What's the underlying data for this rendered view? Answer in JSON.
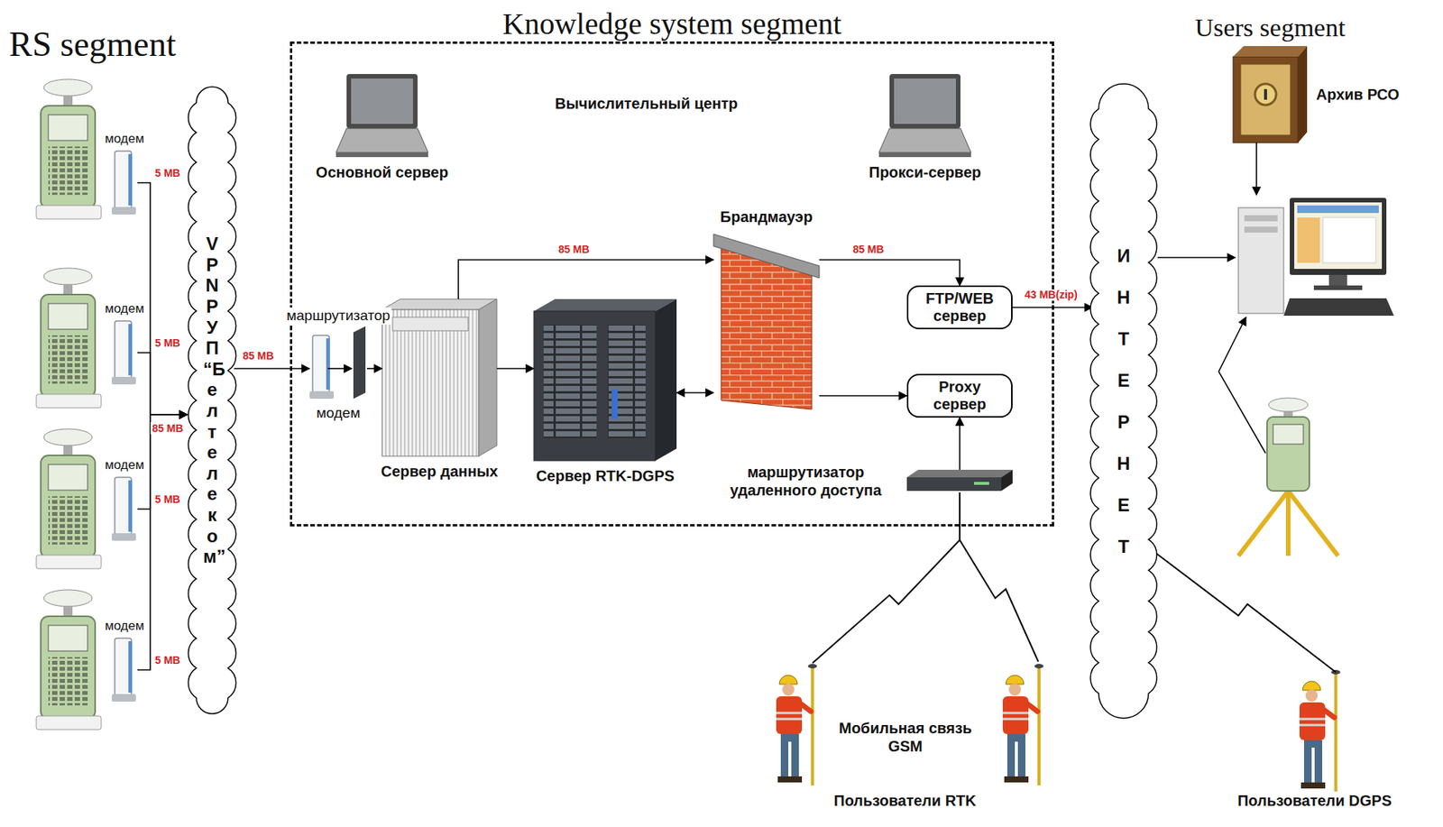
{
  "diagram": {
    "nodes": [
      {
        "text": [
          "Knowledge system segment"
        ]
      },
      {
        "text": [
          "VPN РУП “Белтелеком”"
        ]
      },
      {
        "text": [
          "модем"
        ]
      },
      {
        "text": [
          "модем"
        ]
      },
      {
        "text": [
          "модем"
        ]
      },
      {
        "text": [
          "модем"
        ]
      },
      {
        "text": [
          "маршрутизатор",
          "модем"
        ],
        "in": 0
      },
      {
        "text": [
          "Основной сервер"
        ],
        "in": 0
      },
      {
        "text": [
          "Прокси-сервер"
        ],
        "in": 0
      },
      {
        "text": [
          "Сервер данных"
        ],
        "in": 0
      },
      {
        "text": [
          "Сервер RTK-DGPS"
        ],
        "in": 0
      },
      {
        "text": [
          "Брандмауэр"
        ],
        "in": 0
      },
      {
        "text": [
          "FTP/WEB сервер"
        ],
        "in": 0
      },
      {
        "text": [
          "Proxy сервер"
        ],
        "in": 0
      },
      {
        "text": [
          "маршрутизатор удаленного доступа"
        ],
        "in": 0
      },
      {
        "text": [
          "ИНТЕРНЕТ"
        ]
      },
      {
        "text": [
          "Архив РСО"
        ]
      },
      {
        "text": [
          "Пользователи RTK"
        ]
      },
      {
        "text": [
          "Пользователи DGPS"
        ]
      }
    ],
    "edges": [
      {
        "from": 2,
        "to": 1,
        "arrow": "to",
        "label": "5 MB"
      },
      {
        "from": 3,
        "to": 1,
        "arrow": "to",
        "label": "5 MB"
      },
      {
        "from": 4,
        "to": 1,
        "arrow": "to",
        "label": "5 MB"
      },
      {
        "from": 5,
        "to": 1,
        "arrow": "to",
        "label": "5 MB"
      },
      {
        "from": 1,
        "to": 6,
        "arrow": "to",
        "label": "85 MB"
      },
      {
        "from": 6,
        "to": 9,
        "arrow": "to"
      },
      {
        "from": 9,
        "to": 10,
        "arrow": "to"
      },
      {
        "from": 9,
        "to": 11,
        "arrow": "to",
        "label": "85 MB"
      },
      {
        "from": 11,
        "to": 12,
        "arrow": "to",
        "label": "85 MB"
      },
      {
        "from": 10,
        "to": 11,
        "arrow": "both"
      },
      {
        "from": 11,
        "to": 13,
        "arrow": "to"
      },
      {
        "from": 14,
        "to": 13,
        "arrow": "to"
      },
      {
        "from": 12,
        "to": 15,
        "arrow": "to",
        "label": "43 MB(zip)"
      },
      {
        "from": 14,
        "to": 17,
        "arrow": "none"
      },
      {
        "from": 15,
        "to": 18,
        "arrow": "none"
      }
    ],
    "labels": [
      "RS segment",
      "85 MB",
      "Вычислительный центр",
      "Users segment",
      "Мобильная связь GSM"
    ]
  }
}
